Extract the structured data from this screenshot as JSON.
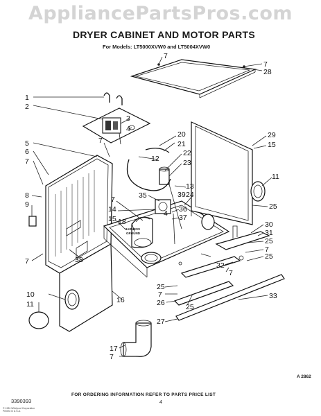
{
  "watermark": "AppliancePartsPros.com",
  "title": "DRYER CABINET AND MOTOR PARTS",
  "models": "For Models: LT5000XVW0 and LT5004XVW0",
  "harness_label": [
    "HARNESS",
    "GROUND"
  ],
  "doc_code": "A 2862",
  "footer_note": "FOR ORDERING INFORMATION REFER TO PARTS PRICE LIST",
  "part_number": "3390393",
  "page_number": "4",
  "copyright": [
    "© 1981 Whirlpool Corporation",
    "Printed in U.S.A."
  ],
  "callouts": [
    {
      "id": "c7a",
      "text": "7"
    },
    {
      "id": "c7b",
      "text": "7"
    },
    {
      "id": "c28",
      "text": "28"
    },
    {
      "id": "c1",
      "text": "1"
    },
    {
      "id": "c2",
      "text": "2"
    },
    {
      "id": "c3",
      "text": "3"
    },
    {
      "id": "c4a",
      "text": "4"
    },
    {
      "id": "c5",
      "text": "5"
    },
    {
      "id": "c6",
      "text": "6"
    },
    {
      "id": "c7c",
      "text": "7"
    },
    {
      "id": "c7d",
      "text": "7"
    },
    {
      "id": "c20",
      "text": "20"
    },
    {
      "id": "c21",
      "text": "21"
    },
    {
      "id": "c12",
      "text": "12"
    },
    {
      "id": "c22",
      "text": "22"
    },
    {
      "id": "c23",
      "text": "23"
    },
    {
      "id": "c29",
      "text": "29"
    },
    {
      "id": "c15a",
      "text": "15"
    },
    {
      "id": "c11a",
      "text": "11"
    },
    {
      "id": "c8",
      "text": "8"
    },
    {
      "id": "c9",
      "text": "9"
    },
    {
      "id": "c13",
      "text": "13"
    },
    {
      "id": "c35",
      "text": "35"
    },
    {
      "id": "c39",
      "text": "39"
    },
    {
      "id": "c24",
      "text": "24"
    },
    {
      "id": "c7e",
      "text": "7"
    },
    {
      "id": "c4b",
      "text": "4"
    },
    {
      "id": "c14",
      "text": "14"
    },
    {
      "id": "c15b",
      "text": "15"
    },
    {
      "id": "c18",
      "text": "18"
    },
    {
      "id": "c36",
      "text": "36"
    },
    {
      "id": "c37",
      "text": "37"
    },
    {
      "id": "c25a",
      "text": "25"
    },
    {
      "id": "c30",
      "text": "30"
    },
    {
      "id": "c31",
      "text": "31"
    },
    {
      "id": "c25b",
      "text": "25"
    },
    {
      "id": "c7f",
      "text": "7"
    },
    {
      "id": "c7g",
      "text": "7"
    },
    {
      "id": "c38",
      "text": "38"
    },
    {
      "id": "c25c",
      "text": "25"
    },
    {
      "id": "c32",
      "text": "32"
    },
    {
      "id": "c7h",
      "text": "7"
    },
    {
      "id": "c16",
      "text": "16"
    },
    {
      "id": "c25d",
      "text": "25"
    },
    {
      "id": "c7i",
      "text": "7"
    },
    {
      "id": "c10",
      "text": "10"
    },
    {
      "id": "c11b",
      "text": "11"
    },
    {
      "id": "c26",
      "text": "26"
    },
    {
      "id": "c25e",
      "text": "25"
    },
    {
      "id": "c33",
      "text": "33"
    },
    {
      "id": "c27",
      "text": "27"
    },
    {
      "id": "c17",
      "text": "17"
    },
    {
      "id": "c7j",
      "text": "7"
    }
  ]
}
